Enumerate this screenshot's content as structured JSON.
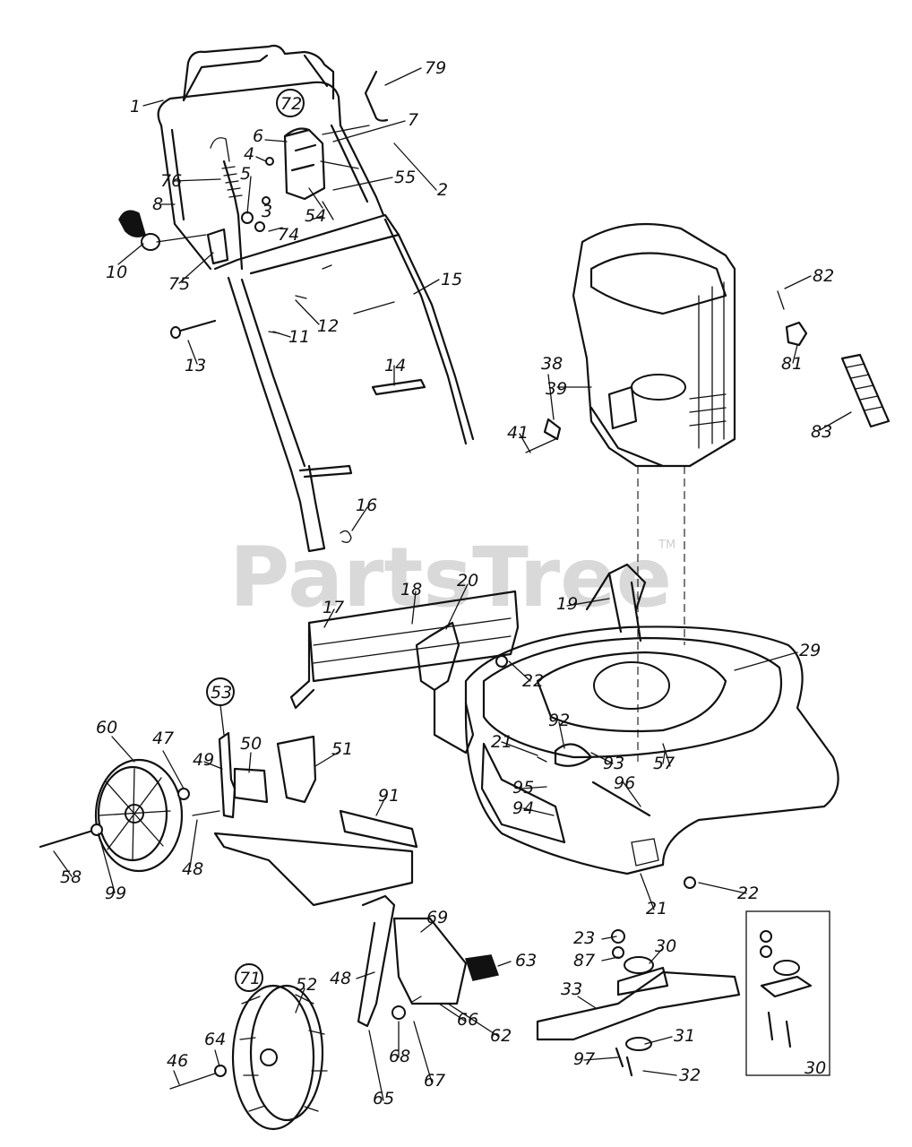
{
  "watermark": {
    "brand": "PartsTree",
    "trademark": "TM"
  },
  "callouts": [
    "1",
    "79",
    "72",
    "7",
    "6",
    "4",
    "5",
    "3",
    "2",
    "55",
    "54",
    "74",
    "76",
    "8",
    "10",
    "75",
    "15",
    "12",
    "11",
    "13",
    "14",
    "82",
    "81",
    "83",
    "38",
    "39",
    "41",
    "16",
    "19",
    "18",
    "17",
    "20",
    "29",
    "22",
    "92",
    "57",
    "53",
    "60",
    "47",
    "49",
    "50",
    "51",
    "21",
    "93",
    "95",
    "96",
    "94",
    "91",
    "48",
    "58",
    "99",
    "22",
    "21",
    "23",
    "30",
    "87",
    "69",
    "63",
    "48",
    "71",
    "52",
    "62",
    "33",
    "31",
    "30",
    "66",
    "46",
    "64",
    "68",
    "67",
    "97",
    "32",
    "65"
  ]
}
